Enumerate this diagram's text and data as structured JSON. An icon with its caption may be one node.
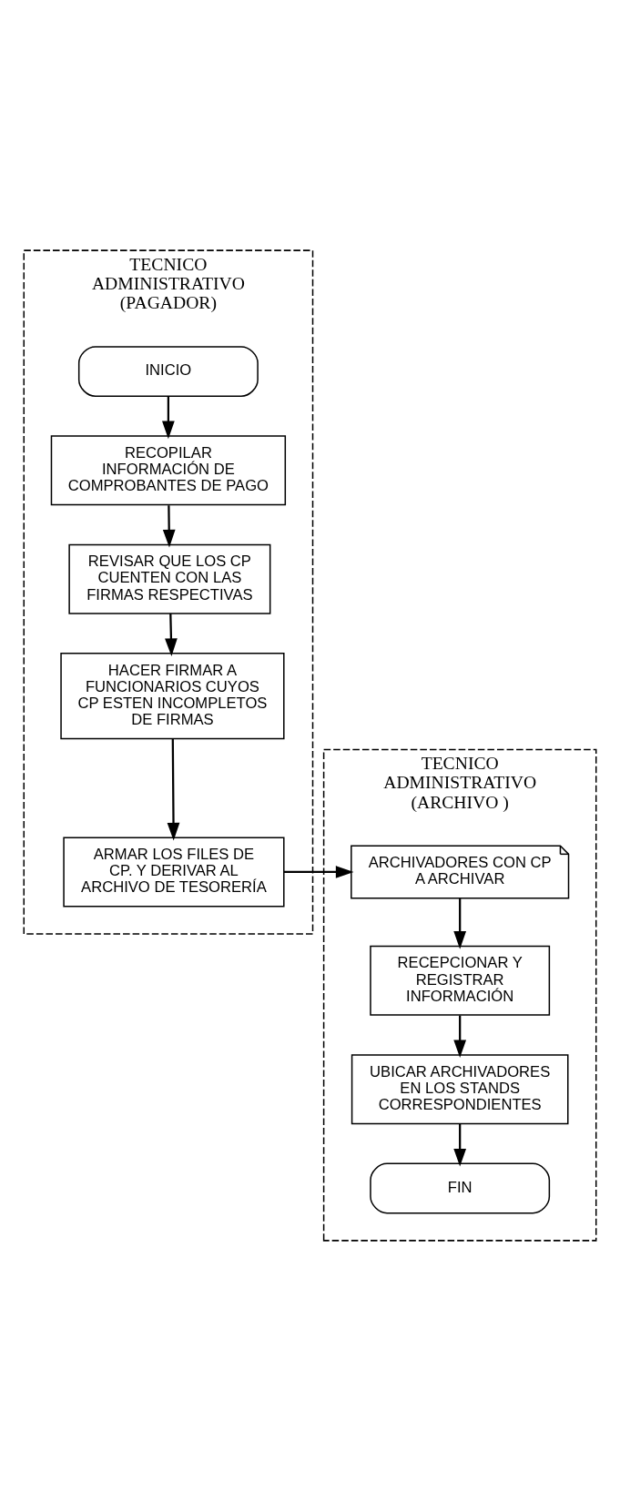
{
  "diagram": {
    "nodes": [
      {
        "text": [
          "TECNICO ADMINISTRATIVO (PAGADOR)"
        ]
      },
      {
        "text": [
          "TECNICO ADMINISTRATIVO (ARCHIVO )"
        ]
      },
      {
        "text": [
          "INICIO"
        ],
        "in": 0
      },
      {
        "text": [
          "RECOPILAR INFORMACIÓN DE COMPROBANTES DE PAGO"
        ],
        "in": 0
      },
      {
        "text": [
          "REVISAR QUE LOS CP CUENTEN CON LAS FIRMAS RESPECTIVAS"
        ],
        "in": 0
      },
      {
        "text": [
          "HACER FIRMAR A FUNCIONARIOS CUYOS CP ESTEN INCOMPLETOS DE FIRMAS"
        ],
        "in": 0
      },
      {
        "text": [
          "ARMAR LOS FILES DE CP. Y DERIVAR AL ARCHIVO DE TESORERÍA"
        ],
        "in": 0
      },
      {
        "text": [
          "ARCHIVADORES CON CP A ARCHIVAR"
        ],
        "in": 1
      },
      {
        "text": [
          "RECEPCIONAR Y REGISTRAR INFORMACIÓN"
        ],
        "in": 1
      },
      {
        "text": [
          "UBICAR ARCHIVADORES EN LOS STANDS CORRESPONDIENTES"
        ],
        "in": 1
      },
      {
        "text": [
          "FIN"
        ],
        "in": 1
      }
    ],
    "edges": [
      {
        "from": 2,
        "to": 3,
        "arrow": "to"
      },
      {
        "from": 3,
        "to": 4,
        "arrow": "to"
      },
      {
        "from": 4,
        "to": 5,
        "arrow": "to"
      },
      {
        "from": 5,
        "to": 6,
        "arrow": "to"
      },
      {
        "from": 6,
        "to": 7,
        "arrow": "to"
      },
      {
        "from": 7,
        "to": 8,
        "arrow": "to"
      },
      {
        "from": 8,
        "to": 9,
        "arrow": "to"
      },
      {
        "from": 9,
        "to": 10,
        "arrow": "to"
      }
    ]
  }
}
